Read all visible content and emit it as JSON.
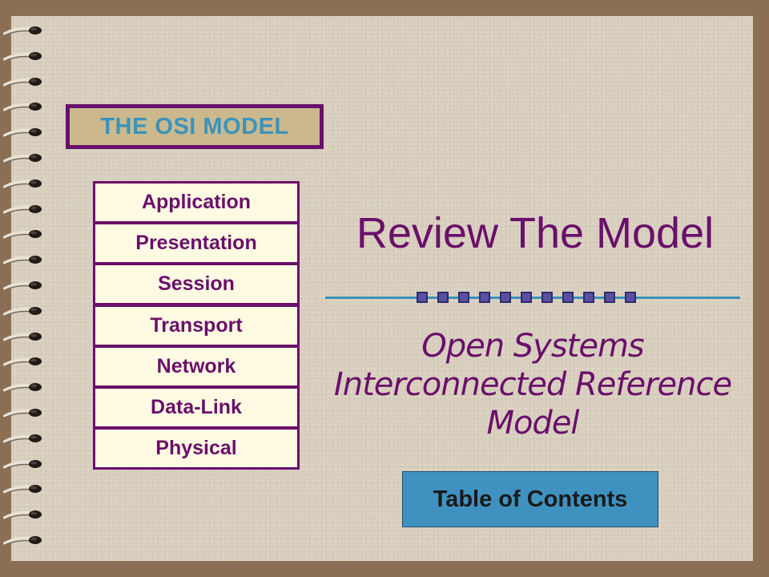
{
  "slide": {
    "header_label": "THE OSI MODEL",
    "title": "Review The Model",
    "subtitle": "Open Systems Interconnected Reference Model",
    "toc_button": "Table of Contents"
  },
  "layers": [
    "Application",
    "Presentation",
    "Session",
    "Transport",
    "Network",
    "Data-Link",
    "Physical"
  ],
  "colors": {
    "accent_purple": "#6a0f6a",
    "accent_blue": "#3c93ba",
    "button_blue": "#3f92c0",
    "paper": "#d9d0c0",
    "header_fill": "#cbb98d"
  },
  "icons": {
    "binding": "spiral-ring-icon",
    "divider": "square-dot-icon"
  }
}
